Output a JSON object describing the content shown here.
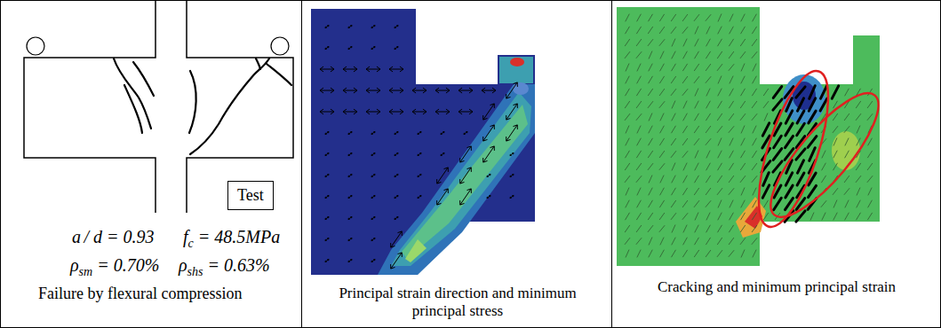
{
  "diagram": {
    "nodes": [
      {
        "text": [
          "a / d = 0.93",
          "fc = 48.5MPa",
          "ρsm = 0.70%",
          "ρshs = 0.63%",
          "Failure by flexural compression"
        ]
      },
      {
        "text": [
          "Test"
        ],
        "in": 0
      },
      {
        "text": [
          "Principal strain direction and minimum principal stress"
        ]
      },
      {
        "text": [
          "Cracking and minimum principal strain"
        ]
      }
    ]
  }
}
